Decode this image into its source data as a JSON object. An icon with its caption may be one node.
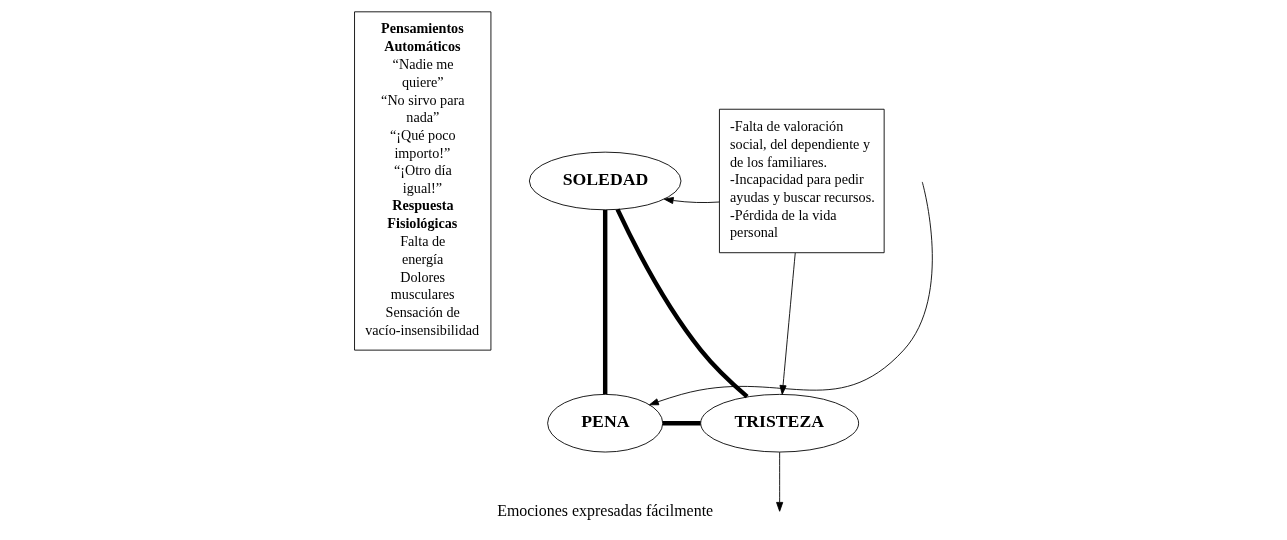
{
  "diagram": {
    "nodes": [
      {
        "text": [
          "Pensamientos Automáticos",
          "“Nadie me quiere”",
          "“No sirvo para nada”",
          "“¡Qué poco importo!”",
          "“¡Otro día igual!”",
          "Respuesta Fisiológicas",
          "Falta de energía",
          "Dolores musculares",
          "Sensación de vacío-insensibilidad"
        ]
      },
      {
        "text": [
          "SOLEDAD"
        ]
      },
      {
        "text": [
          "PENA"
        ]
      },
      {
        "text": [
          "TRISTEZA"
        ]
      },
      {
        "text": [
          "-Falta de valoración social, del dependiente y de los familiares.",
          "-Incapacidad para pedir ayudas y buscar recursos.",
          "-Pérdida de la vida personal"
        ]
      }
    ],
    "edges": [
      {
        "from": 4,
        "to": 1,
        "arrow": "to"
      },
      {
        "from": 4,
        "to": 3,
        "arrow": "to"
      },
      {
        "from": 1,
        "to": 2,
        "arrow": "none",
        "style": "thick"
      },
      {
        "from": 1,
        "to": 3,
        "arrow": "none",
        "style": "thick"
      },
      {
        "from": 2,
        "to": 3,
        "arrow": "none",
        "style": "thick"
      },
      {
        "from": null,
        "to": 2,
        "arrow": "to"
      },
      {
        "from": 3,
        "to": null,
        "arrow": "to"
      }
    ],
    "labels": [
      "Emociones expresadas fácilmente"
    ]
  }
}
